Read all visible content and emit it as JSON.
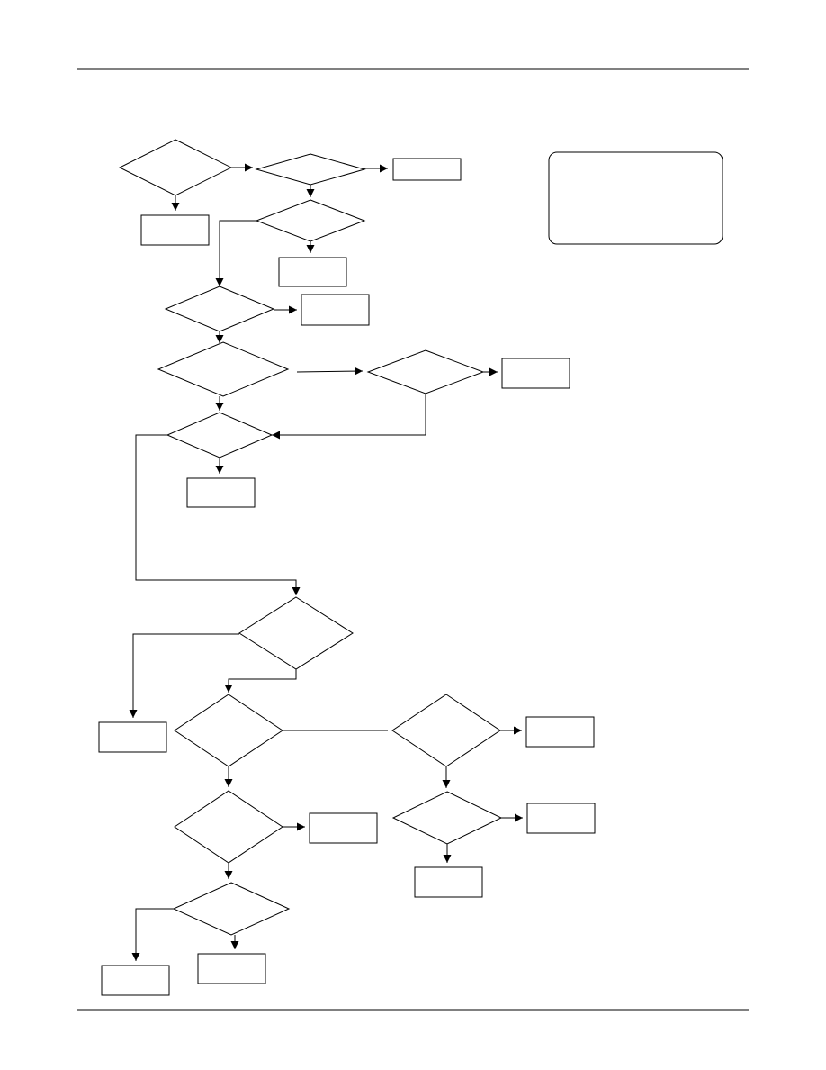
{
  "page": {
    "background": "#ffffff",
    "line_color": "#000000"
  },
  "flowchart": {
    "decision_count": 16,
    "process_box_count": 16,
    "note_box_count": 1,
    "decisions": [
      {
        "id": "d1",
        "label": ""
      },
      {
        "id": "d2",
        "label": ""
      },
      {
        "id": "d3",
        "label": ""
      },
      {
        "id": "d4",
        "label": ""
      },
      {
        "id": "d5",
        "label": ""
      },
      {
        "id": "d6",
        "label": ""
      },
      {
        "id": "d7",
        "label": ""
      },
      {
        "id": "d8",
        "label": ""
      },
      {
        "id": "d9",
        "label": ""
      },
      {
        "id": "d10",
        "label": ""
      },
      {
        "id": "d11",
        "label": ""
      },
      {
        "id": "d12",
        "label": ""
      },
      {
        "id": "d13",
        "label": ""
      },
      {
        "id": "d14",
        "label": ""
      },
      {
        "id": "d15",
        "label": ""
      },
      {
        "id": "d16",
        "label": ""
      }
    ],
    "boxes": [
      {
        "id": "b1",
        "label": ""
      },
      {
        "id": "b2",
        "label": ""
      },
      {
        "id": "b3",
        "label": ""
      },
      {
        "id": "b4",
        "label": ""
      },
      {
        "id": "b5",
        "label": ""
      },
      {
        "id": "b6",
        "label": ""
      },
      {
        "id": "b7",
        "label": ""
      },
      {
        "id": "b8",
        "label": ""
      },
      {
        "id": "b9",
        "label": ""
      },
      {
        "id": "b10",
        "label": ""
      },
      {
        "id": "b11",
        "label": ""
      },
      {
        "id": "b12",
        "label": ""
      },
      {
        "id": "b13",
        "label": ""
      },
      {
        "id": "b14",
        "label": ""
      },
      {
        "id": "b15",
        "label": ""
      },
      {
        "id": "b16",
        "label": ""
      }
    ],
    "note": {
      "label": ""
    }
  }
}
